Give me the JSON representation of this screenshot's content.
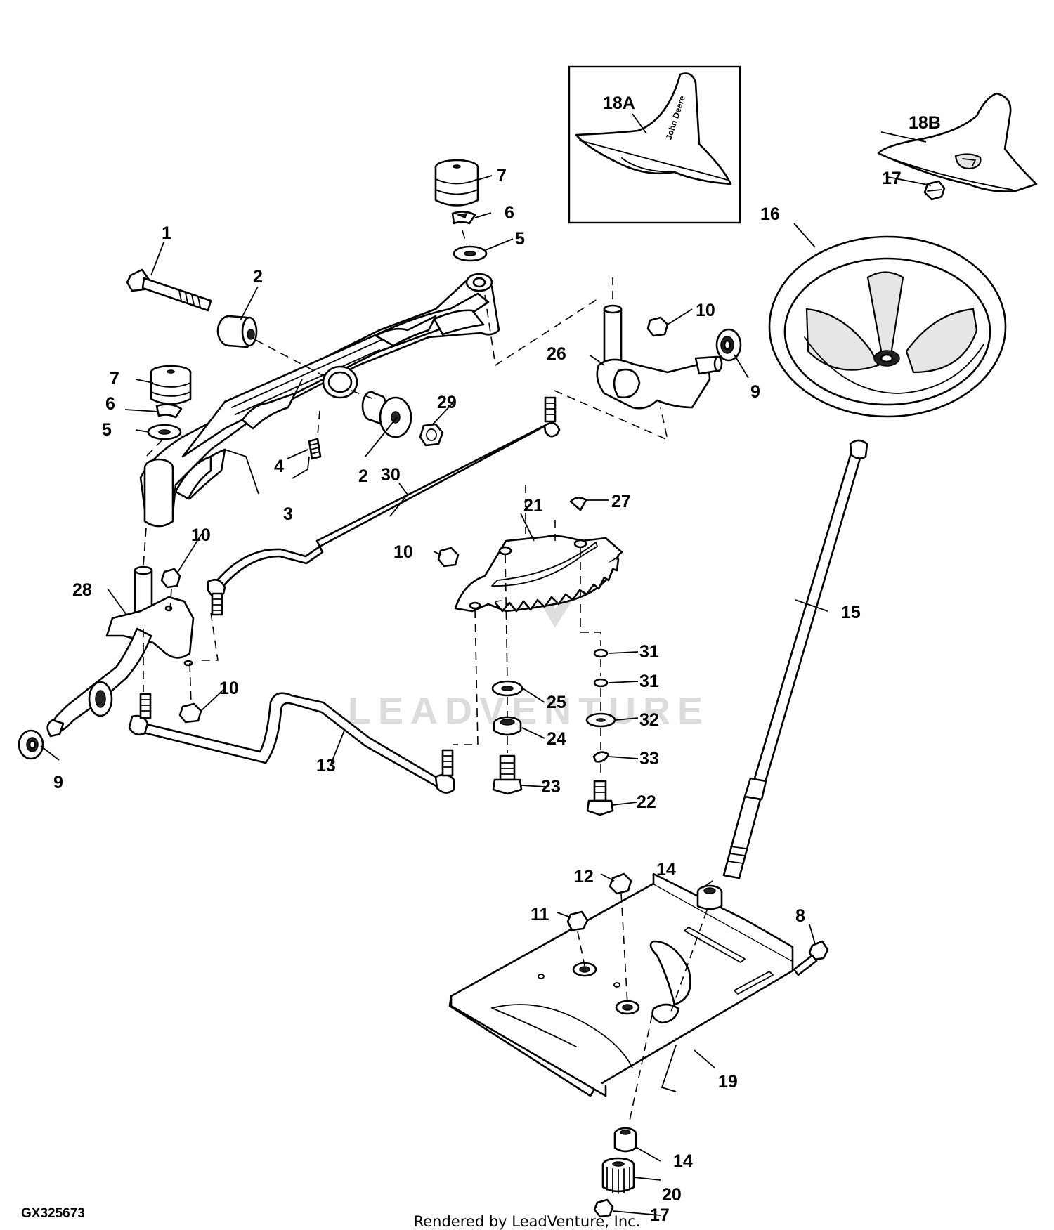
{
  "diagram": {
    "id_label": "GX325673",
    "credit": "Rendered by LeadVenture, Inc.",
    "watermark": "LEADVENTURE",
    "inset_brand": "John Deere",
    "callouts": {
      "c1": "1",
      "c2a": "2",
      "c2b": "2",
      "c3": "3",
      "c4": "4",
      "c5a": "5",
      "c5b": "5",
      "c6a": "6",
      "c6b": "6",
      "c7a": "7",
      "c7b": "7",
      "c8": "8",
      "c9a": "9",
      "c9b": "9",
      "c10a": "10",
      "c10b": "10",
      "c10c": "10",
      "c10d": "10",
      "c11": "11",
      "c12": "12",
      "c13": "13",
      "c14a": "14",
      "c14b": "14",
      "c15": "15",
      "c16": "16",
      "c17a": "17",
      "c17b": "17",
      "c18a": "18A",
      "c18b": "18B",
      "c19": "19",
      "c20": "20",
      "c21": "21",
      "c22": "22",
      "c23": "23",
      "c24": "24",
      "c25": "25",
      "c26": "26",
      "c27": "27",
      "c28": "28",
      "c29": "29",
      "c30": "30",
      "c31a": "31",
      "c31b": "31",
      "c32": "32",
      "c33": "33"
    }
  }
}
